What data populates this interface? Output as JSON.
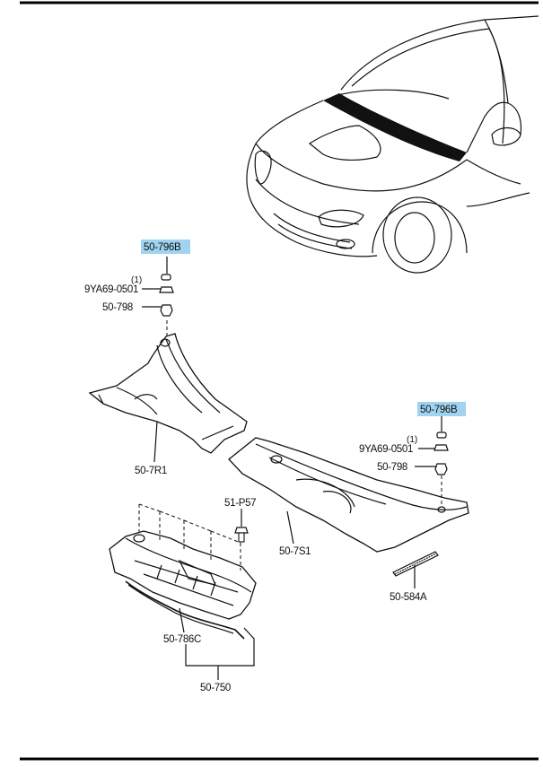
{
  "callouts": {
    "clip_upper_left": "50-796B",
    "qty_upper_left": "(1)",
    "bolt_upper_left": "9YA69-0501",
    "clip2_upper_left": "50-798",
    "cowl_left": "50-7R1",
    "clip_right": "50-796B",
    "qty_right": "(1)",
    "bolt_right": "9YA69-0501",
    "clip2_right": "50-798",
    "cowl_right": "50-7S1",
    "screw": "51-P57",
    "seal": "50-584A",
    "weatherstrip": "50-786C",
    "assembly": "50-750"
  },
  "colors": {
    "highlight": "#9fd3f0",
    "ink": "#111111",
    "border": "#000000"
  }
}
